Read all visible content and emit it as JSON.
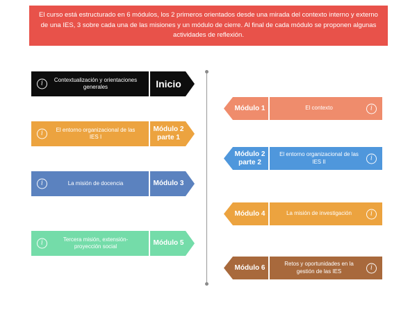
{
  "header": {
    "text": "El curso está estructurado en 6 módulos, los 2 primeros orientados desde una mirada del contexto interno y externo de una IES, 3 sobre cada una de las misiones y un módulo de cierre. Al final de cada módulo se proponen algunas actividades de reflexión."
  },
  "glyphs": {
    "info": "i"
  },
  "colors": {
    "header_banner": "#E8524A",
    "inicio": "#0D0D0D",
    "modulo_1": "#EF8C6C",
    "modulo_2_parte_1": "#ECA33F",
    "modulo_2_parte_2": "#4F97DC",
    "modulo_3": "#5B82BF",
    "modulo_4": "#ECA33F",
    "modulo_5": "#74DCA9",
    "modulo_6": "#A8693C"
  },
  "timeline": {
    "left": [
      {
        "label": "Inicio",
        "text": "Contextualización y orientaciones generales",
        "color": "#0D0D0D"
      },
      {
        "label": "Módulo 2 parte 1",
        "text": "El entorno organizacional de las IES I",
        "color": "#ECA33F"
      },
      {
        "label": "Módulo 3",
        "text": "La misión de docencia",
        "color": "#5B82BF"
      },
      {
        "label": "Módulo 5",
        "text": "Tercera misión, extensión-proyección social",
        "color": "#74DCA9"
      }
    ],
    "right": [
      {
        "label": "Módulo 1",
        "text": "El contexto",
        "color": "#EF8C6C"
      },
      {
        "label": "Módulo 2 parte 2",
        "text": "El entorno organizacional de las IES II",
        "color": "#4F97DC"
      },
      {
        "label": "Módulo 4",
        "text": "La misión de investigación",
        "color": "#ECA33F"
      },
      {
        "label": "Módulo 6",
        "text": "Retos y oportunidades en la gestión de las IES",
        "color": "#A8693C"
      }
    ]
  }
}
